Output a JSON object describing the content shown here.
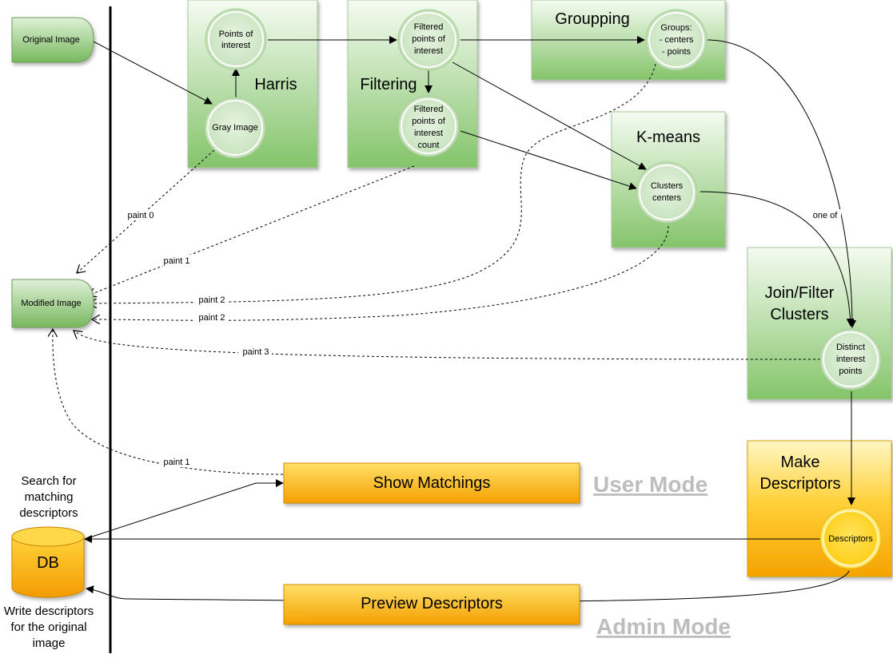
{
  "nodes": {
    "original_image": "Original Image",
    "modified_image": "Modified Image",
    "harris_poi": [
      "Points of",
      "interest"
    ],
    "gray_image": "Gray Image",
    "filtered_poi": [
      "Filtered",
      "points of",
      "interest"
    ],
    "filtered_poi_count": [
      "Filtered",
      "points of",
      "interest",
      "count"
    ],
    "groups": [
      "Groups:",
      "- centers",
      "- points"
    ],
    "clusters_centers": [
      "Clusters",
      "centers"
    ],
    "distinct_points": [
      "Distinct",
      "interest",
      "points"
    ],
    "descriptors": "Descriptors",
    "db": "DB"
  },
  "containers": {
    "harris": "Harris",
    "filtering": "Filtering",
    "groupping": "Groupping",
    "kmeans": "K-means",
    "join_filter": [
      "Join/Filter",
      "Clusters"
    ],
    "make_descriptors": [
      "Make",
      "Descriptors"
    ]
  },
  "buttons": {
    "show_matchings": "Show Matchings",
    "preview_descriptors": "Preview Descriptors"
  },
  "modes": {
    "user": "User Mode",
    "admin": "Admin Mode"
  },
  "notes": {
    "search": [
      "Search for",
      "matching",
      "descriptors"
    ],
    "write": [
      "Write descriptors",
      "for the original",
      "image"
    ]
  },
  "edge_labels": {
    "paint0": "paint 0",
    "paint1_filter": "paint 1",
    "paint2_groups": "paint 2",
    "paint2_clusters": "paint 2",
    "paint3": "paint 3",
    "paint1_show": "paint 1",
    "one_of": "one of"
  },
  "colors": {
    "green_top": "#f3faf0",
    "green_bottom": "#86c56d",
    "green_border": "#7fae6a",
    "orange_top": "#fff3b0",
    "orange_bottom": "#f5a800",
    "orange_border": "#d08a00",
    "circle_green": "#d8ecd2",
    "circle_yellow": "#ffd83a"
  }
}
